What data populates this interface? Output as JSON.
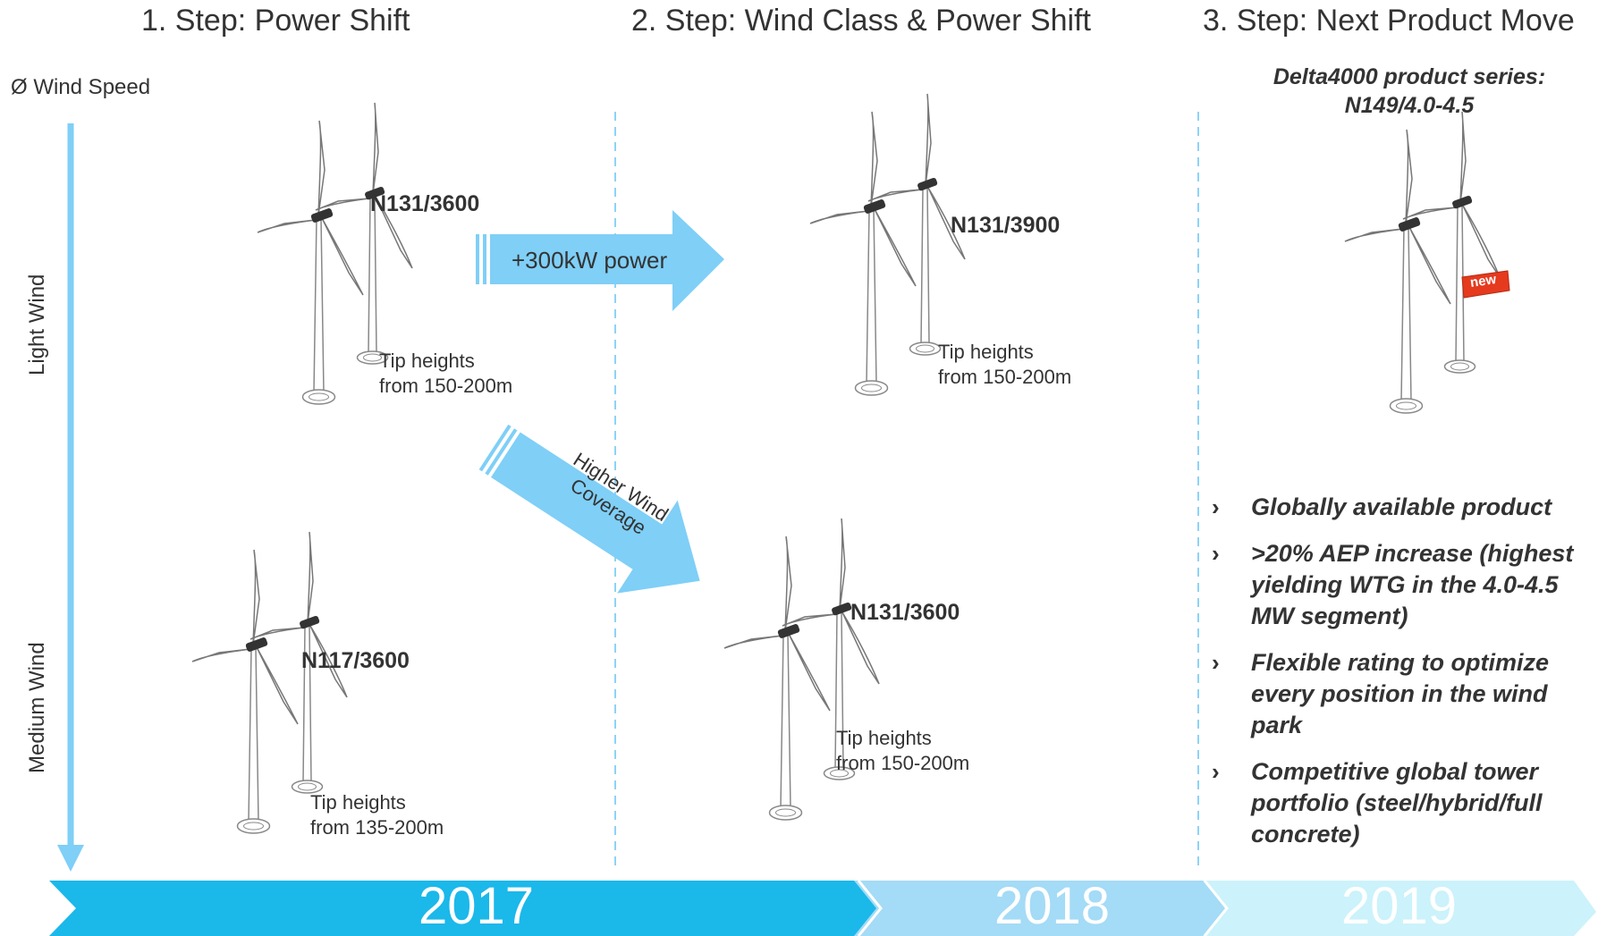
{
  "steps": [
    "1. Step: Power Shift",
    "2. Step: Wind Class & Power Shift",
    "3. Step: Next Product Move"
  ],
  "axis": {
    "title": "Ø Wind Speed",
    "light": "Light Wind",
    "medium": "Medium Wind"
  },
  "turbines": [
    {
      "model": "N131/3600",
      "tip_line1": "Tip heights",
      "tip_line2": "from 150-200m"
    },
    {
      "model": "N131/3900",
      "tip_line1": "Tip heights",
      "tip_line2": "from 150-200m"
    },
    {
      "model": "N117/3600",
      "tip_line1": "Tip heights",
      "tip_line2": "from 135-200m"
    },
    {
      "model": "N131/3600",
      "tip_line1": "Tip heights",
      "tip_line2": "from 150-200m"
    }
  ],
  "arrows": {
    "power": "+300kW power",
    "wind_line1": "Higher Wind",
    "wind_line2": "Coverage"
  },
  "product": {
    "title_line1": "Delta4000 product series:",
    "title_line2": "N149/4.0-4.5",
    "badge": "new",
    "bullets": [
      "Globally available product",
      ">20% AEP increase (highest yielding WTG in the 4.0-4.5 MW segment)",
      "Flexible rating to optimize every position in the wind park",
      "Competitive global tower portfolio (steel/hybrid/full concrete)"
    ]
  },
  "timeline": [
    "2017",
    "2018",
    "2019"
  ],
  "colors": {
    "year1": "#1BB8EA",
    "year2": "#A4DBF6",
    "year3": "#CCF2FB",
    "arrow": "#7FCFF7",
    "divider": "#8FD3F5",
    "badge": "#E53A1E"
  }
}
